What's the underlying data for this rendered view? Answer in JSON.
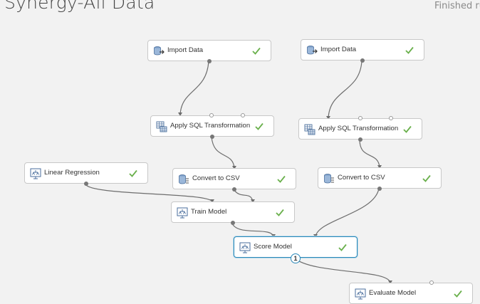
{
  "header": {
    "title": "Synergy-All Data",
    "status": "Finished ru"
  },
  "nodes": {
    "import1": {
      "label": "Import Data"
    },
    "import2": {
      "label": "Import Data"
    },
    "sql1": {
      "label": "Apply SQL Transformation"
    },
    "sql2": {
      "label": "Apply SQL Transformation"
    },
    "linreg": {
      "label": "Linear Regression"
    },
    "csv1": {
      "label": "Convert to CSV"
    },
    "csv2": {
      "label": "Convert to CSV"
    },
    "train": {
      "label": "Train Model"
    },
    "score": {
      "label": "Score Model",
      "output_port_badge": "1"
    },
    "evaluate": {
      "label": "Evaluate Model"
    }
  },
  "colors": {
    "check": "#6ab04c",
    "selected_border": "#2a88b8",
    "connector": "#6d6d6d"
  },
  "icons": {
    "import": "database-import-icon",
    "sql": "table-transform-icon",
    "model": "model-monitor-icon",
    "csv": "database-convert-icon",
    "status": "checkmark-icon"
  }
}
